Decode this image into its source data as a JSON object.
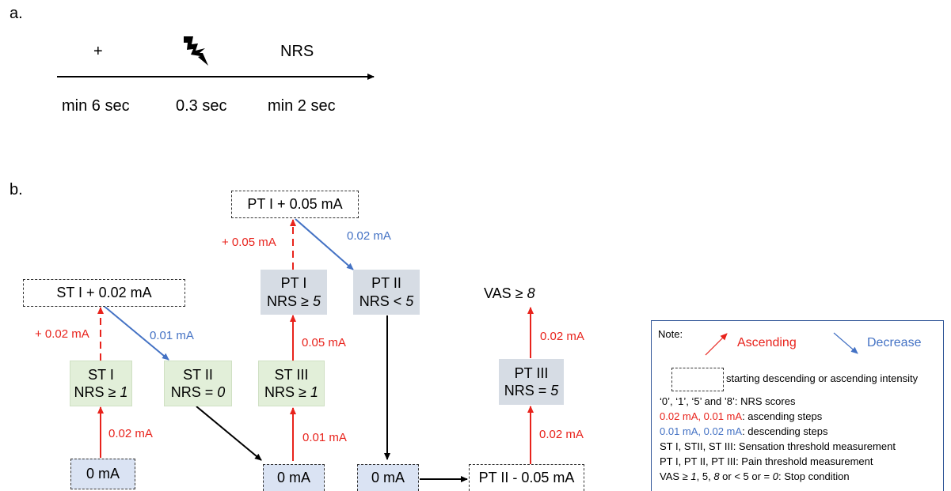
{
  "panel_a": {
    "label": "a.",
    "stimuli": [
      "+",
      "NRS"
    ],
    "lightning_icon": "lightning-bolt-icon",
    "durations": [
      "min 6 sec",
      "0.3 sec",
      "min 2 sec"
    ]
  },
  "panel_b": {
    "label": "b.",
    "nodes": {
      "st1_start": "ST I + 0.02 mA",
      "st1": [
        "ST I",
        "NRS ≥ ",
        "1"
      ],
      "st2": [
        "ST II",
        "NRS = ",
        "0"
      ],
      "st3": [
        "ST III",
        "NRS ≥ ",
        "1"
      ],
      "pt1_start": "PT I + 0.05  mA",
      "pt1": [
        "PT I",
        "NRS ≥ ",
        "5"
      ],
      "pt2": [
        "PT II",
        "NRS < ",
        "5"
      ],
      "pt3": [
        "PT III",
        "NRS = ",
        "5"
      ],
      "zero_a": "0 mA",
      "zero_b": "0 mA",
      "zero_c": "0 mA",
      "pt2_end": "PT II - 0.05  mA",
      "vas_prefix": "VAS ≥ ",
      "vas_value": "8"
    },
    "steps": {
      "st_up": "+ 0.02 mA",
      "st_down": "0.01 mA",
      "pt_up": "+ 0.05 mA",
      "pt_down": "0.02 mA",
      "a_up": "0.02 mA",
      "st3_up_top": "0.05 mA",
      "st3_up_bottom": "0.01 mA",
      "pt3_up_top": "0.02 mA",
      "pt3_up_bottom": "0.02 mA"
    }
  },
  "note": {
    "title": "Note:",
    "ascending": "Ascending",
    "decrease": "Decrease",
    "box_text": "starting descending or ascending intensity",
    "lines": [
      "‘0’, ‘1’, ‘5’ and ’8’: NRS scores",
      [
        "0.02 mA, 0.01 mA",
        ": ascending steps"
      ],
      [
        "0.01 mA, 0.02 mA",
        ": descending steps"
      ],
      "ST I, STII, ST III: Sensation threshold measurement",
      "PT I, PT II, PT III: Pain threshold measurement",
      [
        "VAS ≥ ",
        "1",
        ", 5, ",
        "8",
        " or < 5 or = ",
        "0",
        ": Stop condition"
      ]
    ]
  },
  "colors": {
    "ascending": "#e8231c",
    "descending": "#4472c4",
    "green_box": "#e2efd9",
    "grey_box": "#d6dce4",
    "blue_box": "#dae3f3",
    "note_border": "#2f5597"
  }
}
